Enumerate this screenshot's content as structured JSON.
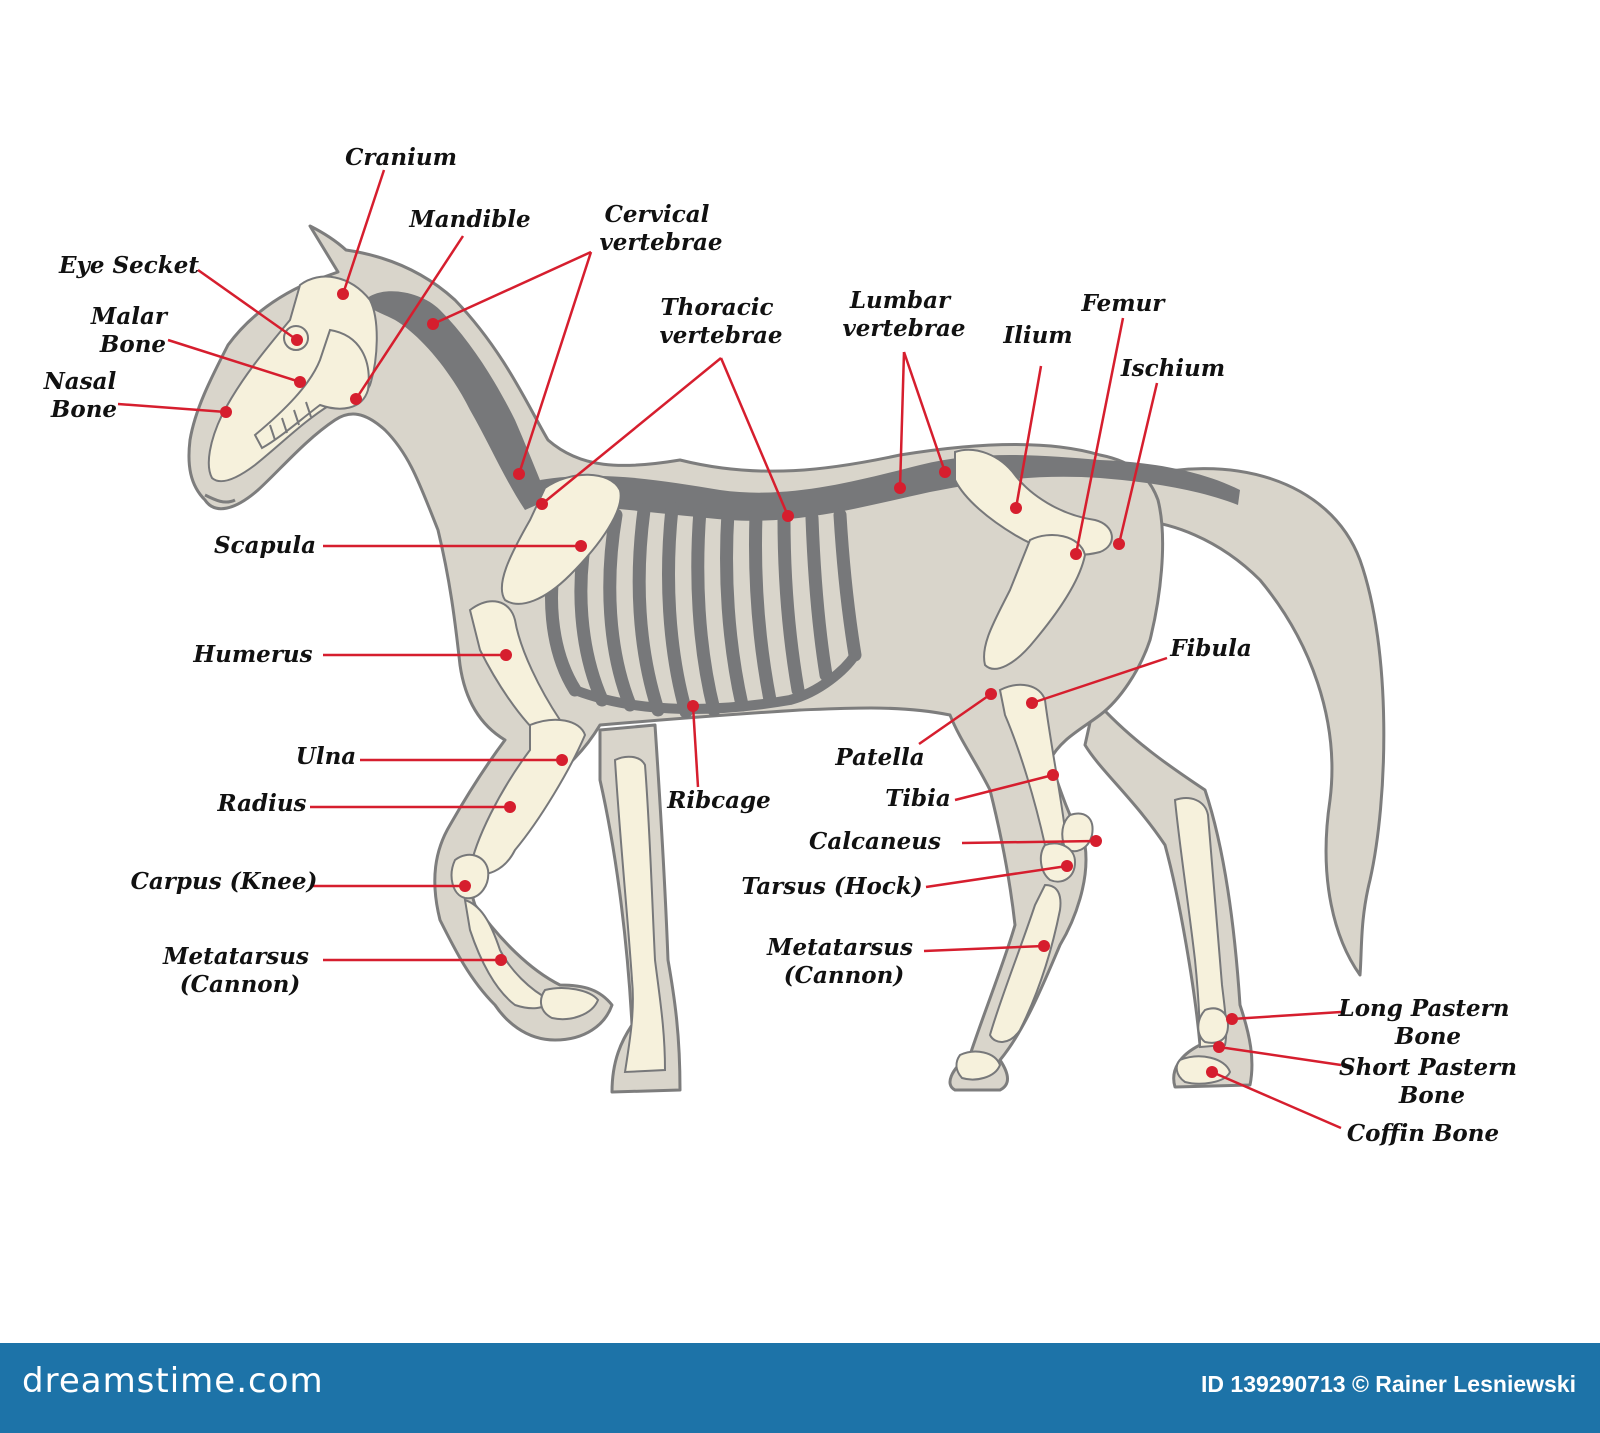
{
  "labels": {
    "cranium": [
      "Cranium"
    ],
    "mandible": [
      "Mandible"
    ],
    "cervical": [
      "Cervical",
      "vertebrae"
    ],
    "eye_socket": [
      "Eye Secket"
    ],
    "malar": [
      "Malar",
      "Bone"
    ],
    "nasal": [
      "Nasal",
      "Bone"
    ],
    "thoracic": [
      "Thoracic",
      "vertebrae"
    ],
    "lumbar": [
      "Lumbar",
      "vertebrae"
    ],
    "femur": [
      "Femur"
    ],
    "ilium": [
      "Ilium"
    ],
    "ischium": [
      "Ischium"
    ],
    "scapula": [
      "Scapula"
    ],
    "humerus": [
      "Humerus"
    ],
    "fibula": [
      "Fibula"
    ],
    "ulna": [
      "Ulna"
    ],
    "patella": [
      "Patella"
    ],
    "radius": [
      "Radius"
    ],
    "ribcage": [
      "Ribcage"
    ],
    "tibia": [
      "Tibia"
    ],
    "calcaneus": [
      "Calcaneus"
    ],
    "carpus": [
      "Carpus (Knee)"
    ],
    "tarsus": [
      "Tarsus (Hock)"
    ],
    "metatarsus_front": [
      "Metatarsus",
      "(Cannon)"
    ],
    "metatarsus_hind": [
      "Metatarsus",
      "(Cannon)"
    ],
    "long_pastern": [
      "Long Pastern",
      "Bone"
    ],
    "short_pastern": [
      "Short Pastern",
      "Bone"
    ],
    "coffin": [
      "Coffin Bone"
    ]
  },
  "colors": {
    "body": "#d9d5cb",
    "outline": "#7d7d7d",
    "bone": "#f6f1dc",
    "spine": "#77787a",
    "marker": "#d61e2e",
    "footer": "#1d73a8"
  },
  "footer": {
    "brand": "dreamstime.com",
    "credit": "ID 139290713 © Rainer Lesniewski"
  }
}
